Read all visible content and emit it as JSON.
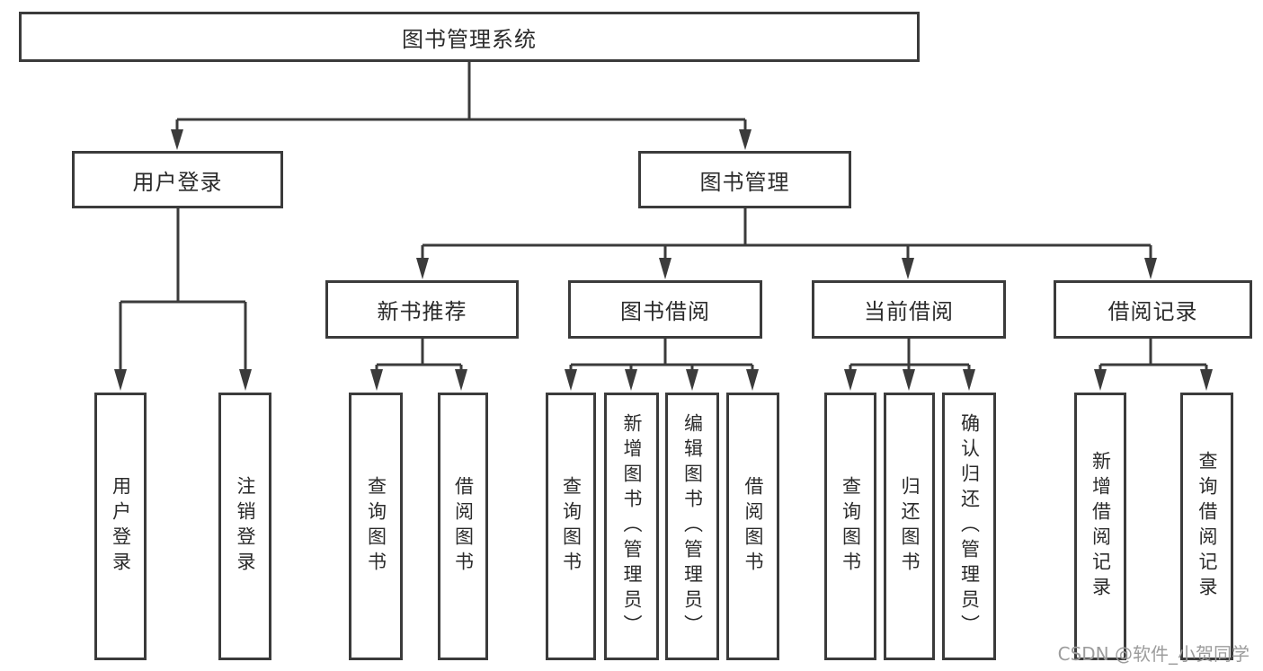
{
  "diagram": {
    "type": "hierarchy-tree",
    "colors": {
      "line": "#3b3b3b",
      "box_border": "#3b3b3b",
      "text": "#2b2b2b",
      "background": "#ffffff",
      "watermark": "#9c9c9c"
    },
    "root": {
      "label": "图书管理系统",
      "children": [
        {
          "label": "用户登录",
          "children": [
            {
              "label": "用户登录"
            },
            {
              "label": "注销登录"
            }
          ]
        },
        {
          "label": "图书管理",
          "children": [
            {
              "label": "新书推荐",
              "children": [
                {
                  "label": "查询图书"
                },
                {
                  "label": "借阅图书"
                }
              ]
            },
            {
              "label": "图书借阅",
              "children": [
                {
                  "label": "查询图书"
                },
                {
                  "label": "新增图书（管理员）"
                },
                {
                  "label": "编辑图书（管理员）"
                },
                {
                  "label": "借阅图书"
                }
              ]
            },
            {
              "label": "当前借阅",
              "children": [
                {
                  "label": "查询图书"
                },
                {
                  "label": "归还图书"
                },
                {
                  "label": "确认归还（管理员）"
                }
              ]
            },
            {
              "label": "借阅记录",
              "children": [
                {
                  "label": "新增借阅记录"
                },
                {
                  "label": "查询借阅记录"
                }
              ]
            }
          ]
        }
      ]
    }
  },
  "watermark": {
    "text": "CSDN @软件_小贺同学"
  }
}
